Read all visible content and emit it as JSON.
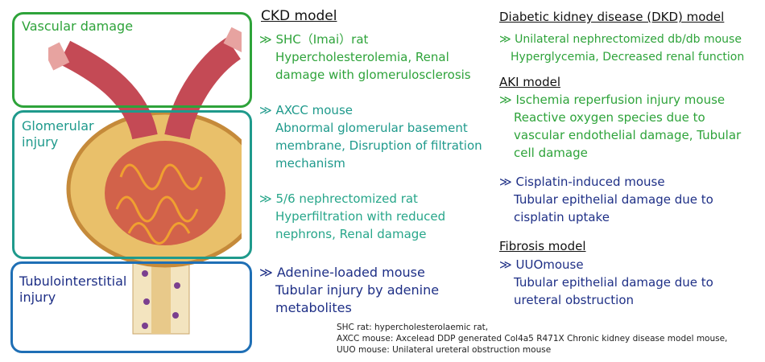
{
  "regions": {
    "vascular": "Vascular damage",
    "glomerular": "Glomerular injury",
    "tubulo": "Tubulointerstitial injury"
  },
  "ckd": {
    "title": "CKD model",
    "items": [
      {
        "name": "SHC（Imai）rat",
        "desc": "Hypercholesterolemia, Renal damage with glomerulosclerosis"
      },
      {
        "name": "AXCC mouse",
        "desc": "Abnormal glomerular basement membrane, Disruption of filtration mechanism"
      },
      {
        "name": "5/6 nephrectomized rat",
        "desc": "Hyperfiltration with reduced nephrons, Renal damage"
      },
      {
        "name": "Adenine-loaded mouse",
        "desc": "Tubular injury by adenine metabolites"
      }
    ]
  },
  "dkd": {
    "title": "Diabetic kidney disease (DKD) model",
    "items": [
      {
        "name": "Unilateral nephrectomized db/db mouse",
        "desc": "Hyperglycemia, Decreased renal function"
      }
    ]
  },
  "aki": {
    "title": "AKI model",
    "items": [
      {
        "name": "Ischemia reperfusion injury mouse",
        "desc": "Reactive oxygen species due to vascular endothelial damage, Tubular cell damage"
      },
      {
        "name": "Cisplatin-induced mouse",
        "desc": "Tubular epithelial damage due to cisplatin uptake"
      }
    ]
  },
  "fibrosis": {
    "title": "Fibrosis model",
    "items": [
      {
        "name": "UUOmouse",
        "desc": "Tubular epithelial damage due to ureteral obstruction"
      }
    ]
  },
  "bullet": "≫",
  "footnotes": [
    "SHC rat: hypercholesterolaemic  rat,",
    "AXCC mouse: Axcelead DDP generated Col4a5 R471X Chronic kidney disease model mouse,",
    "UUO mouse: Unilateral ureteral obstruction mouse"
  ],
  "colors": {
    "green": "#2ea33a",
    "teal": "#1f9a8c",
    "navy": "#1e2f86",
    "blue": "#1f6fb5"
  }
}
